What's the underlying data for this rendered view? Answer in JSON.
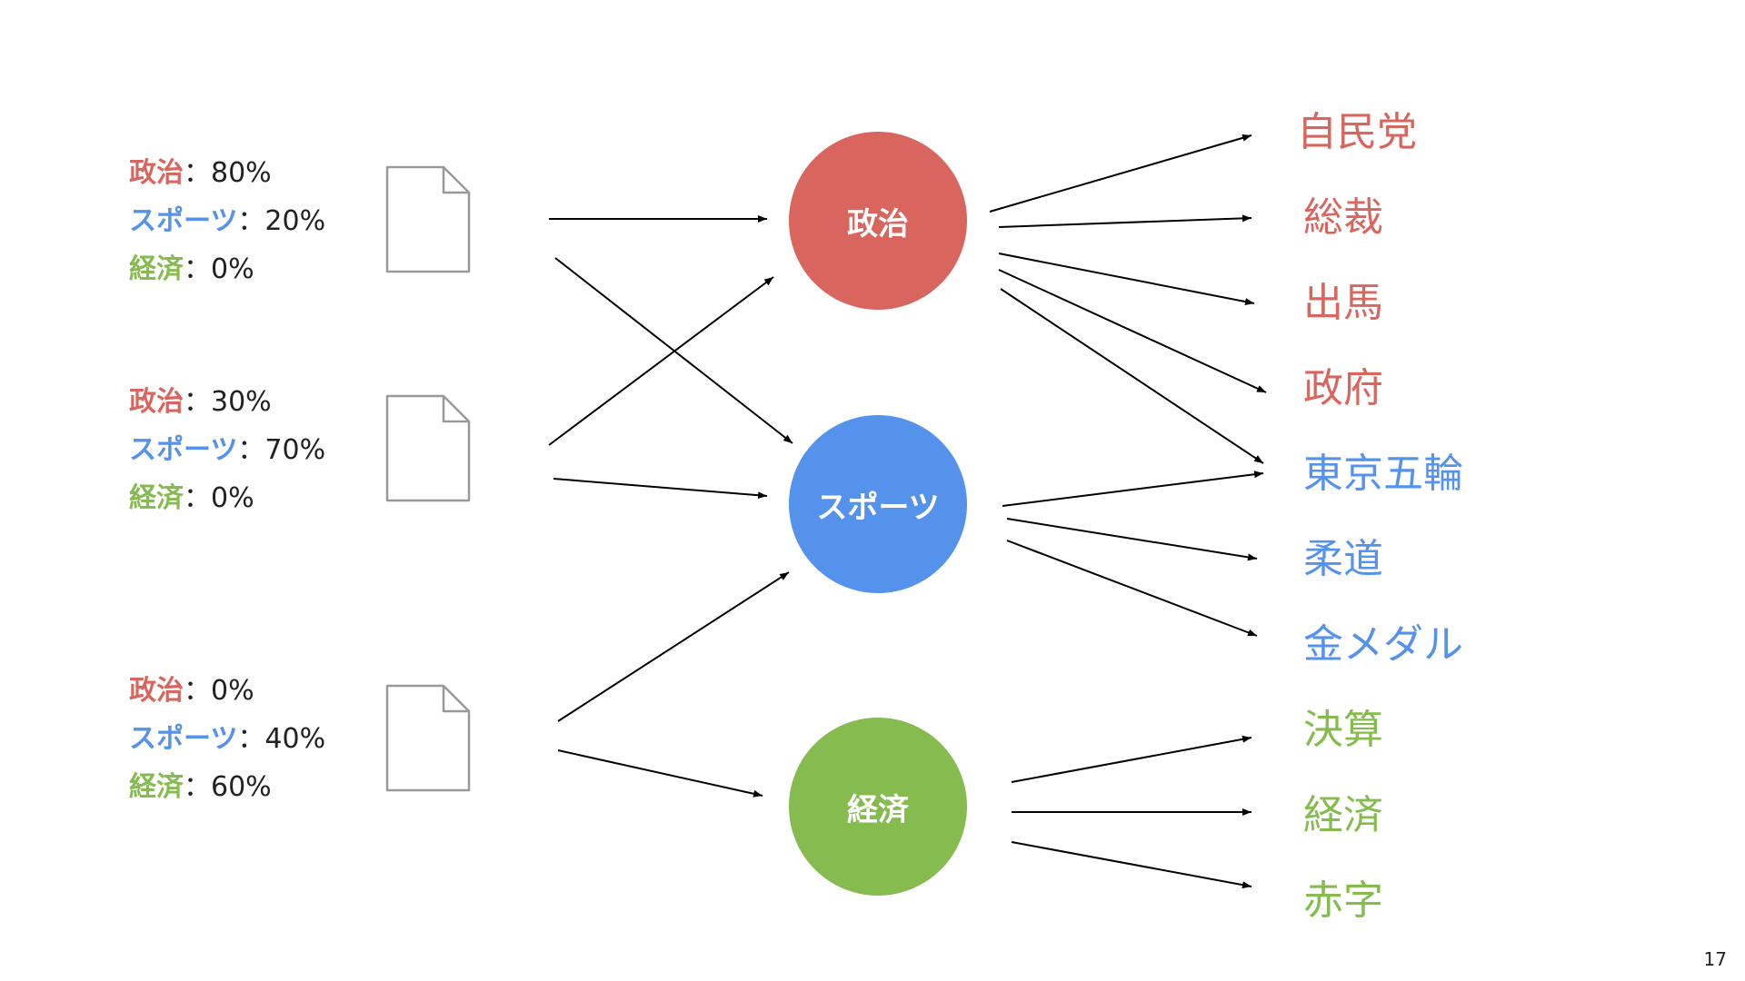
{
  "colors": {
    "politics": "#d9665e",
    "sports": "#5592ec",
    "economy": "#86bb4f",
    "arrow": "#000000",
    "doc_stroke": "#999999"
  },
  "documents": [
    {
      "id": "doc-1",
      "rows": [
        {
          "topic": "politics",
          "category": "政治",
          "sep": "：",
          "value": "80%"
        },
        {
          "topic": "sports",
          "category": "スポーツ",
          "sep": "：",
          "value": "20%"
        },
        {
          "topic": "economy",
          "category": "経済",
          "sep": "：",
          "value": "0%"
        }
      ]
    },
    {
      "id": "doc-2",
      "rows": [
        {
          "topic": "politics",
          "category": "政治",
          "sep": "：",
          "value": "30%"
        },
        {
          "topic": "sports",
          "category": "スポーツ",
          "sep": "：",
          "value": "70%"
        },
        {
          "topic": "economy",
          "category": "経済",
          "sep": "：",
          "value": "0%"
        }
      ]
    },
    {
      "id": "doc-3",
      "rows": [
        {
          "topic": "politics",
          "category": "政治",
          "sep": "：",
          "value": "0%"
        },
        {
          "topic": "sports",
          "category": "スポーツ",
          "sep": "：",
          "value": "40%"
        },
        {
          "topic": "economy",
          "category": "経済",
          "sep": "：",
          "value": "60%"
        }
      ]
    }
  ],
  "topics": [
    {
      "id": "politics",
      "label": "政治"
    },
    {
      "id": "sports",
      "label": "スポーツ"
    },
    {
      "id": "economy",
      "label": "経済"
    }
  ],
  "words": [
    {
      "text": "自民党",
      "topic": "politics"
    },
    {
      "text": "総裁",
      "topic": "politics"
    },
    {
      "text": "出馬",
      "topic": "politics"
    },
    {
      "text": "政府",
      "topic": "politics"
    },
    {
      "text": "東京五輪",
      "topic": "sports"
    },
    {
      "text": "柔道",
      "topic": "sports"
    },
    {
      "text": "金メダル",
      "topic": "sports"
    },
    {
      "text": "決算",
      "topic": "economy"
    },
    {
      "text": "経済",
      "topic": "economy"
    },
    {
      "text": "赤字",
      "topic": "economy"
    }
  ],
  "doc_topic_edges": [
    {
      "from": "doc-1",
      "to": "politics"
    },
    {
      "from": "doc-1",
      "to": "sports"
    },
    {
      "from": "doc-2",
      "to": "politics"
    },
    {
      "from": "doc-2",
      "to": "sports"
    },
    {
      "from": "doc-3",
      "to": "sports"
    },
    {
      "from": "doc-3",
      "to": "economy"
    }
  ],
  "topic_word_edges": [
    {
      "from": "politics",
      "to": "自民党"
    },
    {
      "from": "politics",
      "to": "総裁"
    },
    {
      "from": "politics",
      "to": "出馬"
    },
    {
      "from": "politics",
      "to": "政府"
    },
    {
      "from": "politics",
      "to": "東京五輪"
    },
    {
      "from": "sports",
      "to": "東京五輪"
    },
    {
      "from": "sports",
      "to": "柔道"
    },
    {
      "from": "sports",
      "to": "金メダル"
    },
    {
      "from": "economy",
      "to": "決算"
    },
    {
      "from": "economy",
      "to": "経済"
    },
    {
      "from": "economy",
      "to": "赤字"
    }
  ],
  "page_number": "17"
}
